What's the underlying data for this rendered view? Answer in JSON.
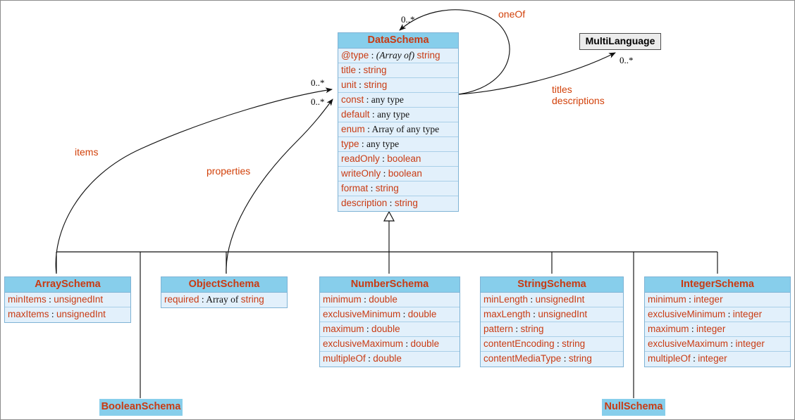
{
  "diagram": {
    "title": "WoT Thing Description DataSchema UML class diagram",
    "colors": {
      "header_fill": "#87ceeb",
      "row_fill": "#e2f0fb",
      "border": "#7fb3d5",
      "text_accent": "#c93b13",
      "label_accent": "#d2410a",
      "plain_text": "#111111",
      "canvas": "#ffffff",
      "canvas_border": "#8c8c8c"
    }
  },
  "classes": {
    "data_schema": {
      "name": "DataSchema",
      "attributes": [
        {
          "name": "@type",
          "sep": ":",
          "qual": "(Array of)",
          "type": "string",
          "type_style": "accent"
        },
        {
          "name": "title",
          "sep": ":",
          "qual": "",
          "type": "string",
          "type_style": "accent"
        },
        {
          "name": "unit",
          "sep": ":",
          "qual": "",
          "type": "string",
          "type_style": "accent"
        },
        {
          "name": "const",
          "sep": ":",
          "qual": "",
          "type": "any type",
          "type_style": "plain"
        },
        {
          "name": "default",
          "sep": ":",
          "qual": "",
          "type": "any type",
          "type_style": "plain"
        },
        {
          "name": "enum",
          "sep": ":",
          "qual": "",
          "type": "Array of any type",
          "type_style": "plain"
        },
        {
          "name": "type",
          "sep": ":",
          "qual": "",
          "type": "any type",
          "type_style": "plain"
        },
        {
          "name": "readOnly",
          "sep": ":",
          "qual": "",
          "type": "boolean",
          "type_style": "accent"
        },
        {
          "name": "writeOnly",
          "sep": ":",
          "qual": "",
          "type": "boolean",
          "type_style": "accent"
        },
        {
          "name": "format",
          "sep": ":",
          "qual": "",
          "type": "string",
          "type_style": "accent"
        },
        {
          "name": "description",
          "sep": ":",
          "qual": "",
          "type": "string",
          "type_style": "accent"
        }
      ]
    },
    "multi_language": {
      "name": "MultiLanguage",
      "attributes": []
    },
    "array_schema": {
      "name": "ArraySchema",
      "attributes": [
        {
          "name": "minItems",
          "sep": ":",
          "qual": "",
          "type": "unsignedInt",
          "type_style": "accent"
        },
        {
          "name": "maxItems",
          "sep": ":",
          "qual": "",
          "type": "unsignedInt",
          "type_style": "accent"
        }
      ]
    },
    "object_schema": {
      "name": "ObjectSchema",
      "attributes": [
        {
          "name": "required",
          "sep": ":",
          "qual": "Array of",
          "type": "string",
          "type_style": "accent"
        }
      ]
    },
    "number_schema": {
      "name": "NumberSchema",
      "attributes": [
        {
          "name": "minimum",
          "sep": ":",
          "qual": "",
          "type": "double",
          "type_style": "accent"
        },
        {
          "name": "exclusiveMinimum",
          "sep": ":",
          "qual": "",
          "type": "double",
          "type_style": "accent"
        },
        {
          "name": "maximum",
          "sep": ":",
          "qual": "",
          "type": "double",
          "type_style": "accent"
        },
        {
          "name": "exclusiveMaximum",
          "sep": ":",
          "qual": "",
          "type": "double",
          "type_style": "accent"
        },
        {
          "name": "multipleOf",
          "sep": ":",
          "qual": "",
          "type": "double",
          "type_style": "accent"
        }
      ]
    },
    "string_schema": {
      "name": "StringSchema",
      "attributes": [
        {
          "name": "minLength",
          "sep": ":",
          "qual": "",
          "type": "unsignedInt",
          "type_style": "accent"
        },
        {
          "name": "maxLength",
          "sep": ":",
          "qual": "",
          "type": "unsignedInt",
          "type_style": "accent"
        },
        {
          "name": "pattern",
          "sep": ":",
          "qual": "",
          "type": "string",
          "type_style": "accent"
        },
        {
          "name": "contentEncoding",
          "sep": ":",
          "qual": "",
          "type": "string",
          "type_style": "accent"
        },
        {
          "name": "contentMediaType",
          "sep": ":",
          "qual": "",
          "type": "string",
          "type_style": "accent"
        }
      ]
    },
    "integer_schema": {
      "name": "IntegerSchema",
      "attributes": [
        {
          "name": "minimum",
          "sep": ":",
          "qual": "",
          "type": "integer",
          "type_style": "accent"
        },
        {
          "name": "exclusiveMinimum",
          "sep": ":",
          "qual": "",
          "type": "integer",
          "type_style": "accent"
        },
        {
          "name": "maximum",
          "sep": ":",
          "qual": "",
          "type": "integer",
          "type_style": "accent"
        },
        {
          "name": "exclusiveMaximum",
          "sep": ":",
          "qual": "",
          "type": "integer",
          "type_style": "accent"
        },
        {
          "name": "multipleOf",
          "sep": ":",
          "qual": "",
          "type": "integer",
          "type_style": "accent"
        }
      ]
    },
    "boolean_schema": {
      "name": "BooleanSchema",
      "attributes": []
    },
    "null_schema": {
      "name": "NullSchema",
      "attributes": []
    }
  },
  "associations": [
    {
      "id": "one-of",
      "label": "oneOf",
      "source": "DataSchema",
      "target": "DataSchema",
      "multiplicity": "0..*"
    },
    {
      "id": "titles",
      "label": "titles",
      "source": "DataSchema",
      "target": "MultiLanguage",
      "multiplicity": "0..*"
    },
    {
      "id": "descriptions",
      "label": "descriptions",
      "source": "DataSchema",
      "target": "MultiLanguage",
      "multiplicity": "0..*"
    },
    {
      "id": "items",
      "label": "items",
      "source": "ArraySchema",
      "target": "DataSchema",
      "multiplicity": "0..*"
    },
    {
      "id": "properties",
      "label": "properties",
      "source": "ObjectSchema",
      "target": "DataSchema",
      "multiplicity": "0..*"
    }
  ],
  "generalizations": [
    {
      "subclass": "ArraySchema",
      "superclass": "DataSchema"
    },
    {
      "subclass": "ObjectSchema",
      "superclass": "DataSchema"
    },
    {
      "subclass": "NumberSchema",
      "superclass": "DataSchema"
    },
    {
      "subclass": "StringSchema",
      "superclass": "DataSchema"
    },
    {
      "subclass": "IntegerSchema",
      "superclass": "DataSchema"
    },
    {
      "subclass": "BooleanSchema",
      "superclass": "DataSchema"
    },
    {
      "subclass": "NullSchema",
      "superclass": "DataSchema"
    }
  ],
  "labels": {
    "one_of": "oneOf",
    "titles": "titles",
    "descriptions": "descriptions",
    "items": "items",
    "properties": "properties",
    "mult_one_of": "0..*",
    "mult_multilanguage": "0..*",
    "mult_items": "0..*",
    "mult_properties": "0..*"
  }
}
